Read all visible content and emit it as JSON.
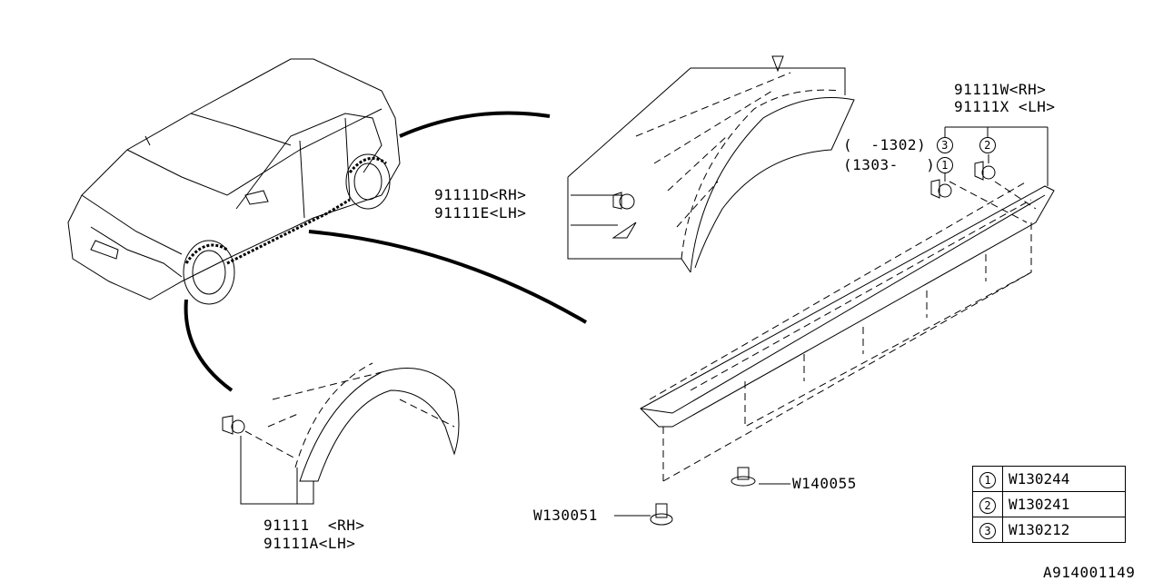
{
  "labels": {
    "front_arch_rh": "91111D<RH>",
    "front_arch_lh": "91111E<LH>",
    "sill_rh": "91111W<RH>",
    "sill_lh": "91111X <LH>",
    "date_range_1": "(  -1302)",
    "date_range_2": "(1303-   )",
    "rear_arch_rh": "91111  <RH>",
    "rear_arch_lh": "91111A<LH>",
    "clip_bottom": "W130051",
    "clip_mid": "W140055",
    "callout_3": "3",
    "callout_1": "1",
    "callout_2": "2"
  },
  "parts_table": [
    {
      "num": "1",
      "part": "W130244"
    },
    {
      "num": "2",
      "part": "W130241"
    },
    {
      "num": "3",
      "part": "W130212"
    }
  ],
  "diagram_id": "A914001149"
}
